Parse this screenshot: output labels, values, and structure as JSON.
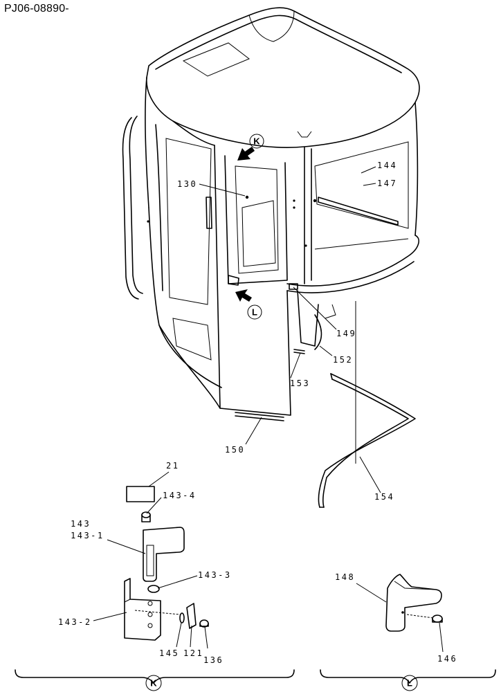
{
  "header": {
    "drawing_code": "PJ06-08890-"
  },
  "view_markers": {
    "k": "K",
    "l": "L"
  },
  "callouts": {
    "c21": "21",
    "c121": "121",
    "c130": "130",
    "c136": "136",
    "c143": "143",
    "c143_1": "143-1",
    "c143_2": "143-2",
    "c143_3": "143-3",
    "c143_4": "143-4",
    "c144": "144",
    "c145": "145",
    "c146": "146",
    "c147": "147",
    "c148": "148",
    "c149": "149",
    "c150": "150",
    "c152": "152",
    "c153": "153",
    "c154": "154"
  },
  "detail_sections": {
    "k": {
      "label": "K"
    },
    "l": {
      "label": "L"
    }
  }
}
